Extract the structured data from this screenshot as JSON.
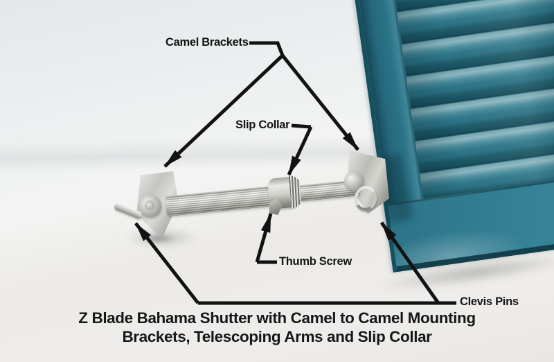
{
  "figure": {
    "labels": {
      "camel_brackets": "Camel Brackets",
      "slip_collar": "Slip Collar",
      "thumb_screw": "Thumb Screw",
      "clevis_pins": "Clevis Pins"
    },
    "caption": {
      "line1": "Z Blade Bahama Shutter with Camel to Camel Mounting",
      "line2": "Brackets, Telescoping Arms and Slip Collar"
    },
    "colors": {
      "shutter_teal_mid": "#2a7183",
      "shutter_teal_dark": "#164e5d",
      "shutter_teal_light": "#8cb6bf",
      "hardware_silver": "#c9c9c4",
      "annotation_black": "#121212",
      "background_gray": "#eef0ef"
    }
  }
}
